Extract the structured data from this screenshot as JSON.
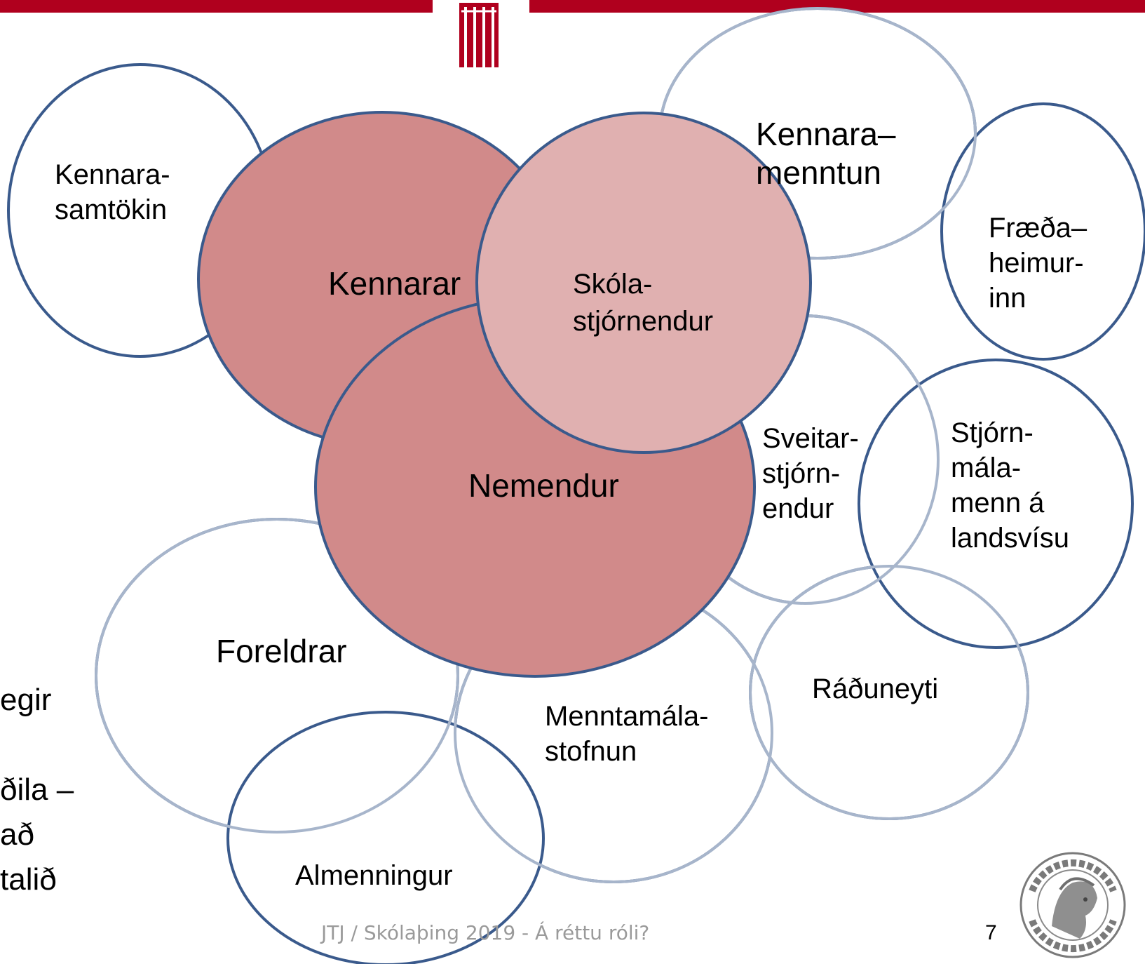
{
  "colors": {
    "brand_red": "#b0001e",
    "outline": "#3a5a8c",
    "core_fill": "#d18a8a",
    "mid_fill": "#e0b0b0",
    "footer_text": "#9a9a9a"
  },
  "slide": {
    "footer": "JTJ / Skólaþing 2019 - Á réttu róli?",
    "page_number": "7",
    "seal_text": "UNIVERSITATIS ISLANDIAE · SIGILLUM ·"
  },
  "background_text": [
    "egir",
    "ðila –",
    "að",
    "talið"
  ],
  "stakeholders": {
    "kennarasamtokin": [
      "Kennara-",
      "samtökin"
    ],
    "kennaramenntun": [
      "Kennara–",
      "menntun"
    ],
    "fraedaheimurinn": [
      "Fræða–",
      "heimur-",
      "inn"
    ],
    "kennarar": [
      "Kennarar"
    ],
    "skolastjornendur": [
      "Skóla-",
      "stjórnendur"
    ],
    "nemendur": [
      "Nemendur"
    ],
    "sveitarstjornendur": [
      "Sveitar-",
      "stjórn-",
      "endur"
    ],
    "stjornmalamenn": [
      "Stjórn-",
      "mála-",
      "menn á",
      "landsvísu"
    ],
    "foreldrar": [
      "Foreldrar"
    ],
    "menntamalastofnun": [
      "Menntamála-",
      "stofnun"
    ],
    "raduneyti": [
      "Ráðuneyti"
    ],
    "almenningur": [
      "Almenningur"
    ]
  }
}
